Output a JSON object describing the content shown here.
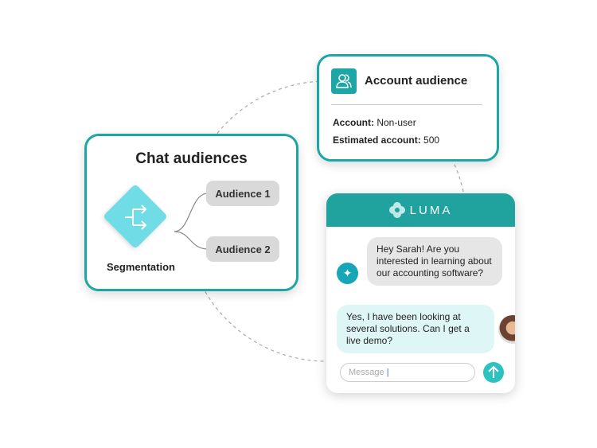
{
  "chat_audiences": {
    "title": "Chat audiences",
    "segmentation_label": "Segmentation",
    "audiences": [
      "Audience 1",
      "Audience 2"
    ]
  },
  "account_audience": {
    "title": "Account audience",
    "account_label": "Account:",
    "account_value": "Non-user",
    "estimated_label": "Estimated account:",
    "estimated_value": "500"
  },
  "chat_widget": {
    "brand": "LUMA",
    "bot_message": "Hey Sarah! Are you interested in learning about our accounting software?",
    "user_message": "Yes, I have been looking at several solutions. Can I get a live demo?",
    "input_placeholder": "Message"
  },
  "colors": {
    "teal": "#1da6a6",
    "header": "#20a29e",
    "diamond": "#6fdce6",
    "user_bubble": "#dff6f6",
    "send": "#2bc2c0"
  }
}
